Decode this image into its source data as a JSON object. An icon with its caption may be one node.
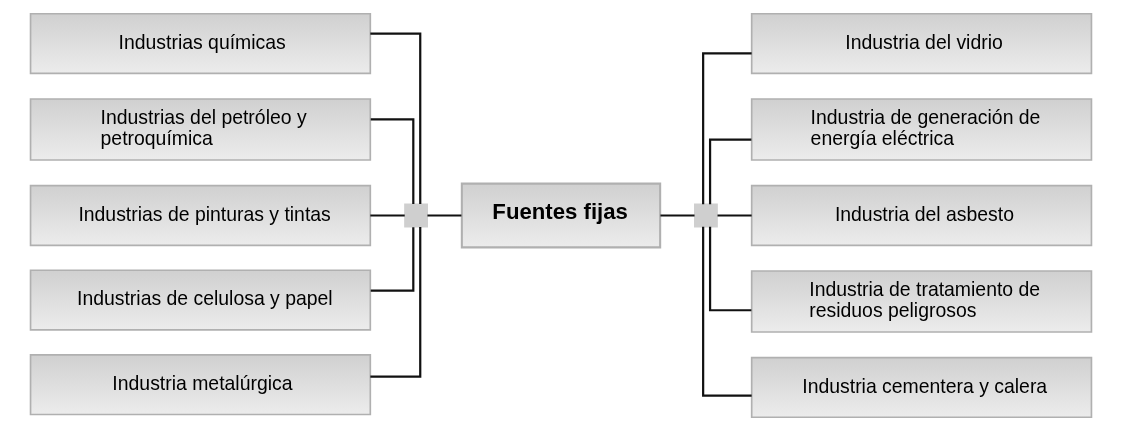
{
  "diagram": {
    "nodes": [
      {
        "text": [
          "Industrias químicas"
        ]
      },
      {
        "text": [
          "Industrias del petróleo y petroquímica"
        ]
      },
      {
        "text": [
          "Industrias de pinturas y tintas"
        ]
      },
      {
        "text": [
          "Industrias de celulosa y papel"
        ]
      },
      {
        "text": [
          "Industria metalúrgica"
        ]
      },
      {
        "text": [],
        "shape": "box"
      },
      {
        "text": [
          "Fuentes fijas"
        ]
      },
      {
        "text": [],
        "shape": "box"
      },
      {
        "text": [
          "Industria del vidrio"
        ]
      },
      {
        "text": [
          "Industria de generación de energía eléctrica"
        ]
      },
      {
        "text": [
          "Industria del asbesto"
        ]
      },
      {
        "text": [
          "Industria de tratamiento de residuos peligrosos"
        ]
      },
      {
        "text": [
          "Industria cementera y calera"
        ]
      }
    ],
    "edges": [
      {
        "from": 0,
        "to": 5,
        "arrow": "none"
      },
      {
        "from": 1,
        "to": 5,
        "arrow": "none"
      },
      {
        "from": 2,
        "to": 5,
        "arrow": "none"
      },
      {
        "from": 3,
        "to": 5,
        "arrow": "none"
      },
      {
        "from": 4,
        "to": 5,
        "arrow": "none"
      },
      {
        "from": 5,
        "to": 6,
        "arrow": "none"
      },
      {
        "from": 6,
        "to": 7,
        "arrow": "none"
      },
      {
        "from": 7,
        "to": 8,
        "arrow": "none"
      },
      {
        "from": 7,
        "to": 9,
        "arrow": "none"
      },
      {
        "from": 7,
        "to": 10,
        "arrow": "none"
      },
      {
        "from": 7,
        "to": 11,
        "arrow": "none"
      },
      {
        "from": 7,
        "to": 12,
        "arrow": "none"
      }
    ]
  }
}
